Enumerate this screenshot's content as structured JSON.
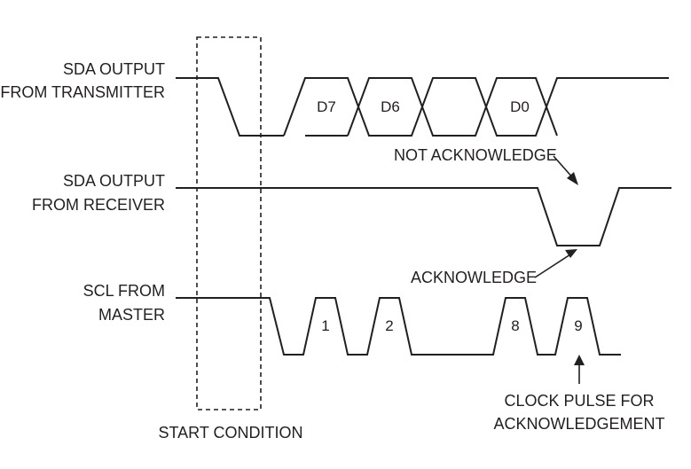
{
  "signals": {
    "sda_tx": {
      "line1": "SDA OUTPUT",
      "line2": "FROM TRANSMITTER"
    },
    "sda_rx": {
      "line1": "SDA OUTPUT",
      "line2": "FROM RECEIVER"
    },
    "scl": {
      "line1": "SCL FROM",
      "line2": "MASTER"
    }
  },
  "data_bits": [
    "D7",
    "D6",
    "D0"
  ],
  "clock_pulses": [
    "1",
    "2",
    "8",
    "9"
  ],
  "annotations": {
    "not_acknowledge": "NOT ACKNOWLEDGE",
    "acknowledge": "ACKNOWLEDGE",
    "clock_pulse_line1": "CLOCK PULSE FOR",
    "clock_pulse_line2": "ACKNOWLEDGEMENT",
    "start_condition": "START CONDITION"
  }
}
